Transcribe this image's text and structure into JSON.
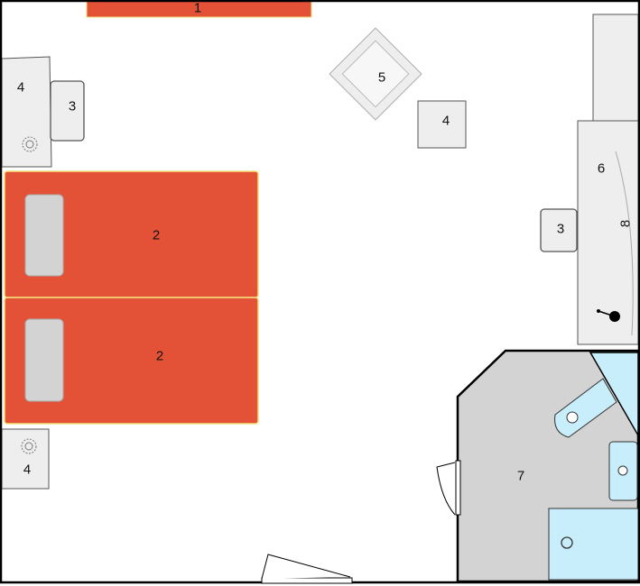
{
  "labels": {
    "wall_panel": "1",
    "bed_top": "2",
    "bed_bottom": "2",
    "stool_left": "3",
    "stool_right": "3",
    "nightstand_top_left": "4",
    "table_center": "4",
    "nightstand_bottom_left": "4",
    "armchair": "5",
    "desk": "6",
    "bathroom": "7",
    "desk_mark": "8"
  },
  "colors": {
    "wall": "#000000",
    "floor": "#ffffff",
    "red_furniture": "#e35236",
    "bed_outline": "#f2e27a",
    "pillow": "#d3d3d3",
    "light_furniture": "#eeeeee",
    "bathroom_floor": "#d3d3d3",
    "fixture_blue": "#c9eefb"
  },
  "icons": [
    "lamp-icon",
    "door-swing-icon",
    "sink-icon",
    "toilet-icon",
    "shower-icon",
    "armchair-icon"
  ]
}
